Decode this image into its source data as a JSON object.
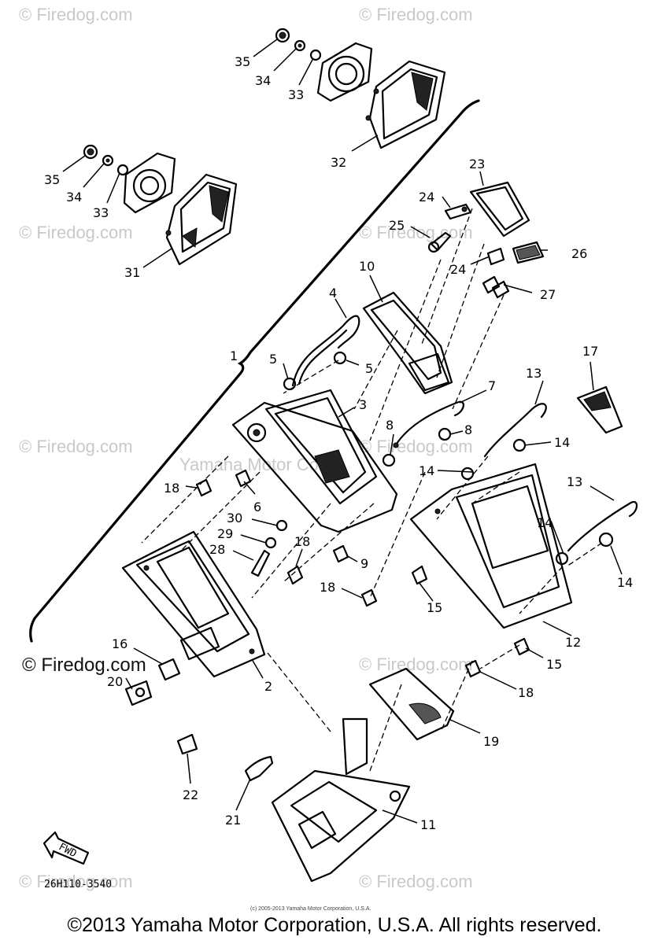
{
  "watermark": {
    "text": "© Firedog.com",
    "positioned_text": "© Firedog.com",
    "partial_text": "Yamaha Motor Corp."
  },
  "callouts": [
    {
      "id": "c35a",
      "label": "35"
    },
    {
      "id": "c34a",
      "label": "34"
    },
    {
      "id": "c33a",
      "label": "33"
    },
    {
      "id": "c32",
      "label": "32"
    },
    {
      "id": "c35b",
      "label": "35"
    },
    {
      "id": "c34b",
      "label": "34"
    },
    {
      "id": "c33b",
      "label": "33"
    },
    {
      "id": "c31",
      "label": "31"
    },
    {
      "id": "c23",
      "label": "23"
    },
    {
      "id": "c24a",
      "label": "24"
    },
    {
      "id": "c25",
      "label": "25"
    },
    {
      "id": "c24b",
      "label": "24"
    },
    {
      "id": "c26",
      "label": "26"
    },
    {
      "id": "c27",
      "label": "27"
    },
    {
      "id": "c10",
      "label": "10"
    },
    {
      "id": "c4",
      "label": "4"
    },
    {
      "id": "c1",
      "label": "1"
    },
    {
      "id": "c5a",
      "label": "5"
    },
    {
      "id": "c5b",
      "label": "5"
    },
    {
      "id": "c3",
      "label": "3"
    },
    {
      "id": "c7",
      "label": "7"
    },
    {
      "id": "c8a",
      "label": "8"
    },
    {
      "id": "c8b",
      "label": "8"
    },
    {
      "id": "c13a",
      "label": "13"
    },
    {
      "id": "c17",
      "label": "17"
    },
    {
      "id": "c14a",
      "label": "14"
    },
    {
      "id": "c14b",
      "label": "14"
    },
    {
      "id": "c18a",
      "label": "18"
    },
    {
      "id": "c6",
      "label": "6"
    },
    {
      "id": "c13b",
      "label": "13"
    },
    {
      "id": "c30",
      "label": "30"
    },
    {
      "id": "c29",
      "label": "29"
    },
    {
      "id": "c28",
      "label": "28"
    },
    {
      "id": "c18b",
      "label": "18"
    },
    {
      "id": "c9",
      "label": "9"
    },
    {
      "id": "c14c",
      "label": "14"
    },
    {
      "id": "c14d",
      "label": "14"
    },
    {
      "id": "c18c",
      "label": "18"
    },
    {
      "id": "c15a",
      "label": "15"
    },
    {
      "id": "c12",
      "label": "12"
    },
    {
      "id": "c16",
      "label": "16"
    },
    {
      "id": "c15b",
      "label": "15"
    },
    {
      "id": "c2",
      "label": "2"
    },
    {
      "id": "c20",
      "label": "20"
    },
    {
      "id": "c18d",
      "label": "18"
    },
    {
      "id": "c19",
      "label": "19"
    },
    {
      "id": "c22",
      "label": "22"
    },
    {
      "id": "c21",
      "label": "21"
    },
    {
      "id": "c11",
      "label": "11"
    }
  ],
  "fwd_label": "FWD",
  "drawing_ref": "26H110-3540",
  "small_notice": "(c) 2005-2013 Yamaha Motor Corporation, U.S.A.",
  "copyright": "©2013 Yamaha Motor Corporation, U.S.A. All rights reserved."
}
